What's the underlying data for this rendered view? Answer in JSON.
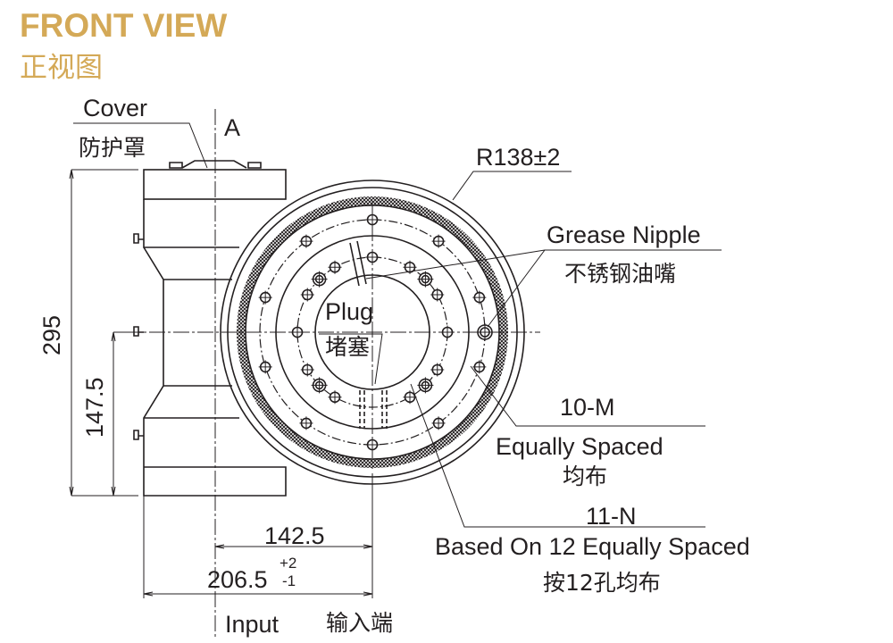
{
  "header": {
    "title": "FRONT VIEW",
    "subtitle": "正视图"
  },
  "labels": {
    "cover_en": "Cover",
    "cover_cn": "防护罩",
    "section": "A",
    "radius": "R138±2",
    "grease_en": "Grease Nipple",
    "grease_cn": "不锈钢油嘴",
    "plug_en": "Plug",
    "plug_cn": "堵塞",
    "m_holes": "10-M",
    "m_desc_en": "Equally Spaced",
    "m_desc_cn": "均布",
    "n_holes": "11-N",
    "n_desc_en": "Based On 12 Equally Spaced",
    "n_desc_cn": "按12孔均布",
    "input_en": "Input",
    "input_cn": "输入端"
  },
  "dimensions": {
    "height_total": "295",
    "height_half": "147.5",
    "width_center": "142.5",
    "width_total": "206.5",
    "tol_upper": "+2",
    "tol_lower": "-1"
  },
  "colors": {
    "title": "#d4a957",
    "line": "#231f20"
  }
}
